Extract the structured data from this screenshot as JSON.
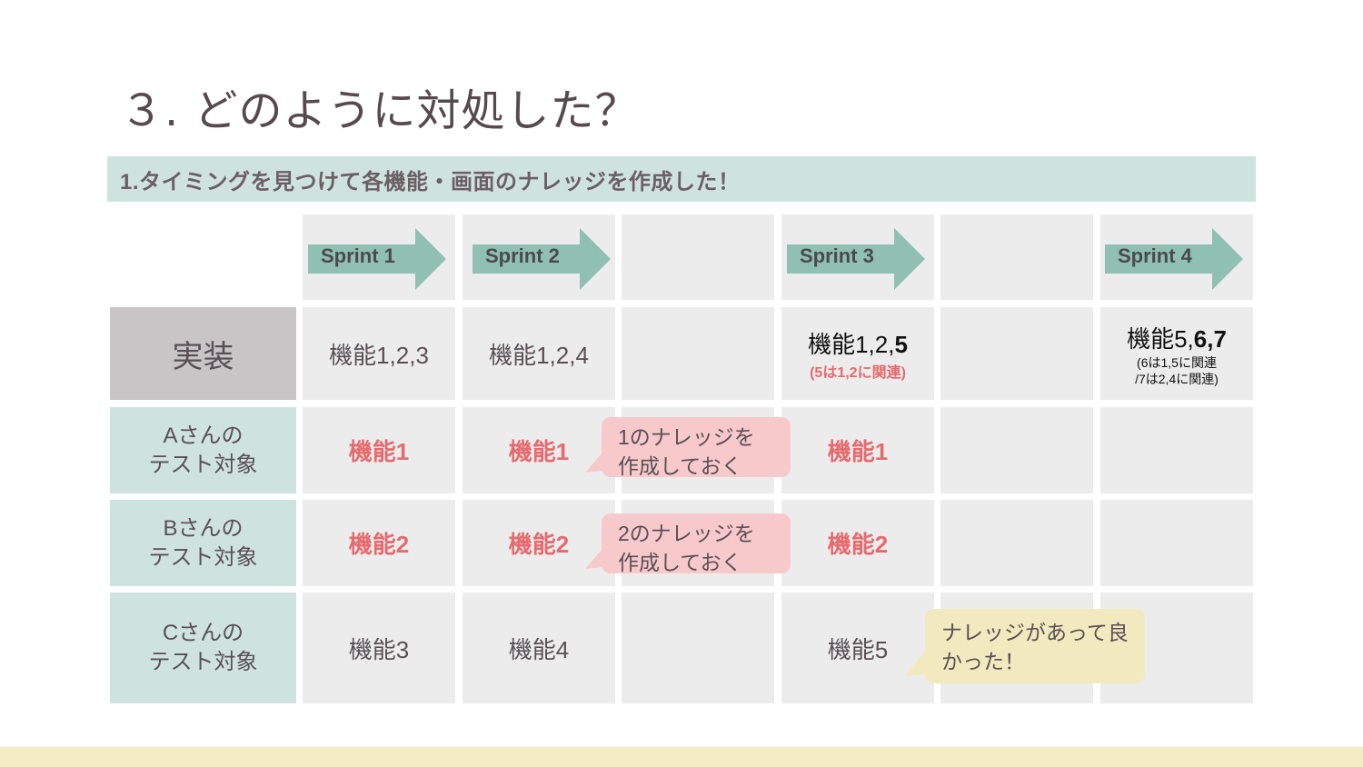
{
  "title": "３. どのように対処した？",
  "subtitle": "1.タイミングを見つけて各機能・画面のナレッジを作成した！",
  "sprints": [
    "Sprint 1",
    "Sprint 2",
    "Sprint 3",
    "Sprint 4"
  ],
  "row_labels": {
    "impl": "実装",
    "a_line1": "Aさんの",
    "a_line2": "テスト対象",
    "b_line1": "Bさんの",
    "b_line2": "テスト対象",
    "c_line1": "Cさんの",
    "c_line2": "テスト対象"
  },
  "impl": {
    "s1": "機能1,2,3",
    "s2": "機能1,2,4",
    "s3_main": "機能1,2,",
    "s3_bold": "5",
    "s3_note": "(5は1,2に関連)",
    "s4_main": "機能5,",
    "s4_bold": "6,7",
    "s4_note1": "(6は1,5に関連",
    "s4_note2": "/7は2,4に関連)"
  },
  "a": {
    "s1": "機能1",
    "s2": "機能1",
    "s3": "機能1"
  },
  "b": {
    "s1": "機能2",
    "s2": "機能2",
    "s3": "機能2"
  },
  "c": {
    "s1": "機能3",
    "s2": "機能4",
    "s3": "機能5"
  },
  "bubbles": {
    "a_line1": "1のナレッジを",
    "a_line2": "作成しておく",
    "b_line1": "2のナレッジを",
    "b_line2": "作成しておく",
    "c_line1": "ナレッジがあって良",
    "c_line2": "かった！"
  },
  "colors": {
    "accent_teal": "#8fc0b2",
    "highlight_red": "#e56b6f",
    "bubble_pink": "#f8c9cb",
    "bubble_yellow": "#f2eabf"
  }
}
